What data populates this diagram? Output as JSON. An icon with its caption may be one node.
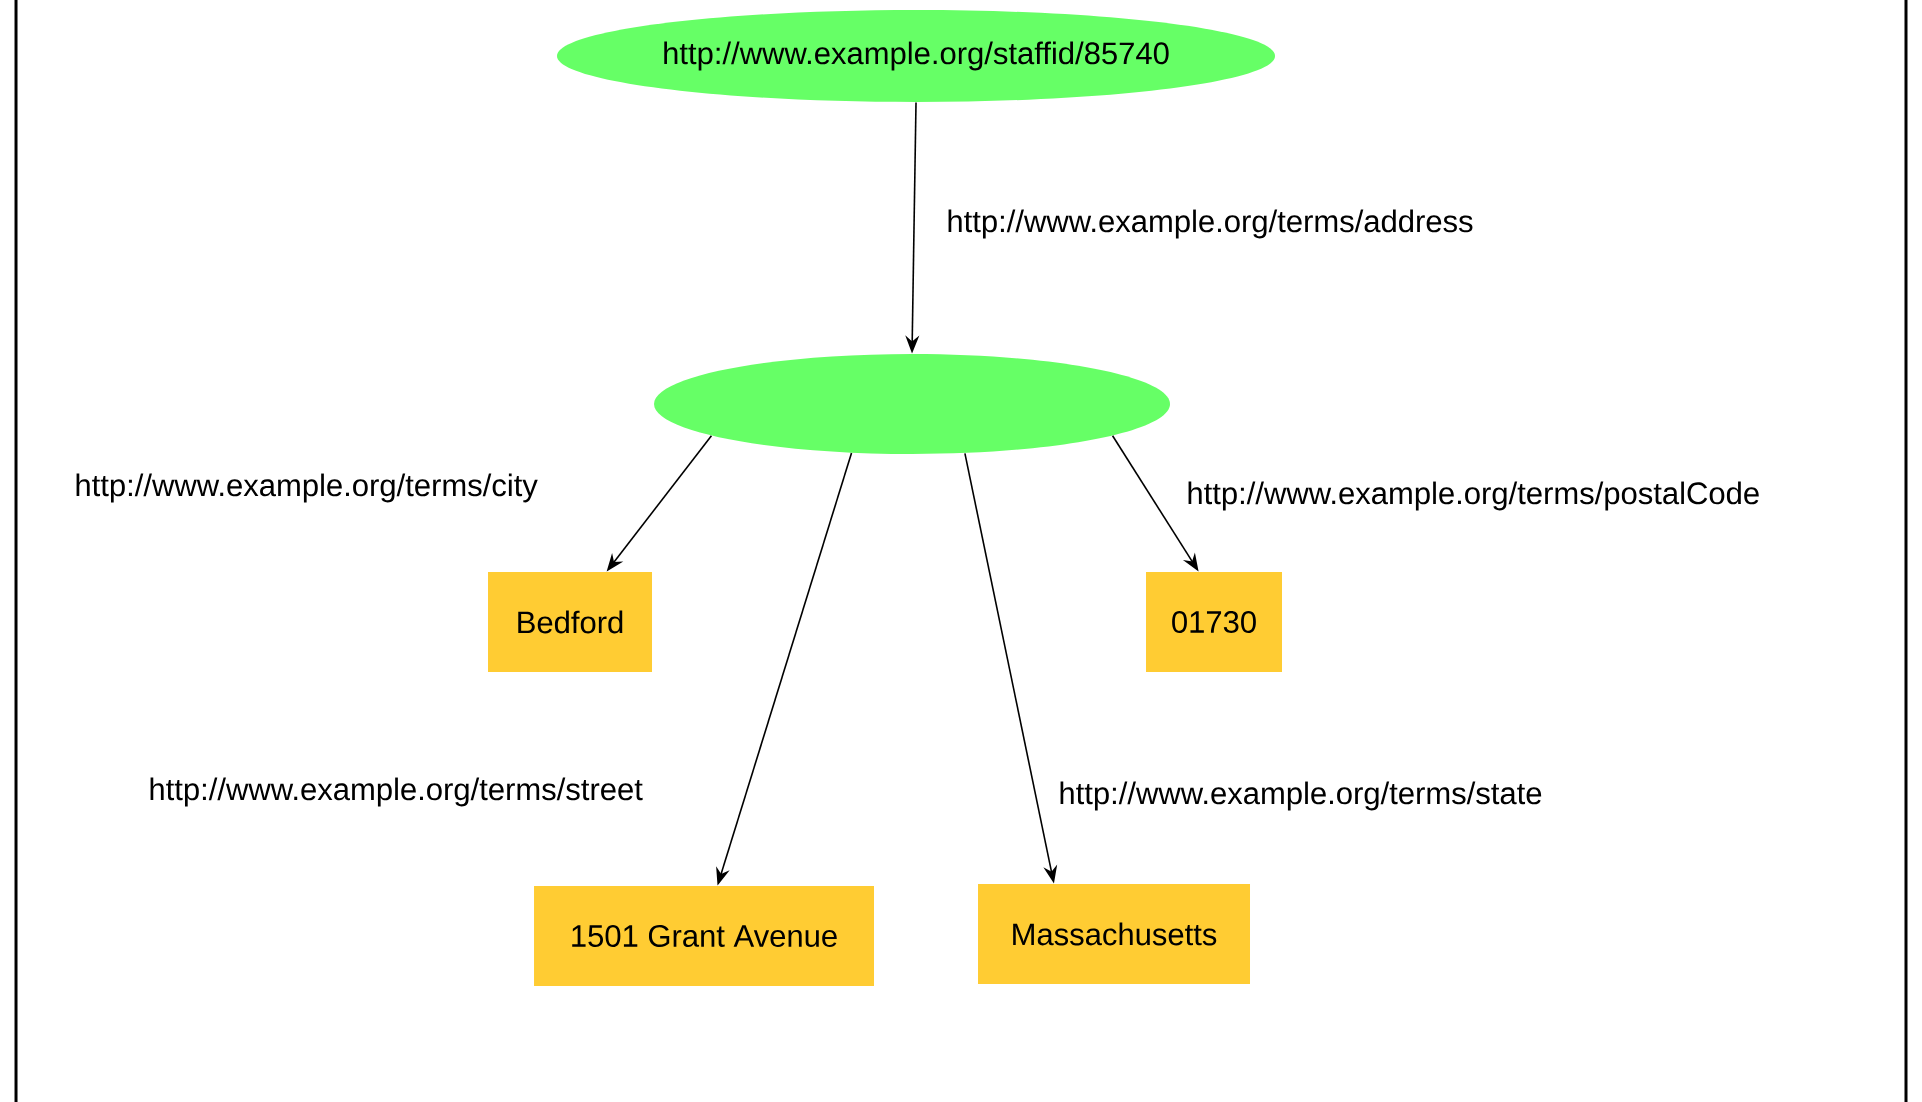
{
  "diagram": {
    "nodes": [
      {
        "text": [
          "http://www.example.org/staffid/85740"
        ]
      },
      {
        "text": [],
        "shape": "ellipse"
      },
      {
        "text": [
          "Bedford"
        ]
      },
      {
        "text": [
          "01730"
        ]
      },
      {
        "text": [
          "1501 Grant Avenue"
        ]
      },
      {
        "text": [
          "Massachusetts"
        ]
      }
    ],
    "edges": [
      {
        "from": 0,
        "to": 1,
        "arrow": "to",
        "label": "http://www.example.org/terms/address"
      },
      {
        "from": 1,
        "to": 2,
        "arrow": "to",
        "label": "http://www.example.org/terms/city"
      },
      {
        "from": 1,
        "to": 3,
        "arrow": "to",
        "label": "http://www.example.org/terms/postalCode"
      },
      {
        "from": 1,
        "to": 4,
        "arrow": "to",
        "label": "http://www.example.org/terms/street"
      },
      {
        "from": 1,
        "to": 5,
        "arrow": "to",
        "label": "http://www.example.org/terms/state"
      }
    ]
  }
}
